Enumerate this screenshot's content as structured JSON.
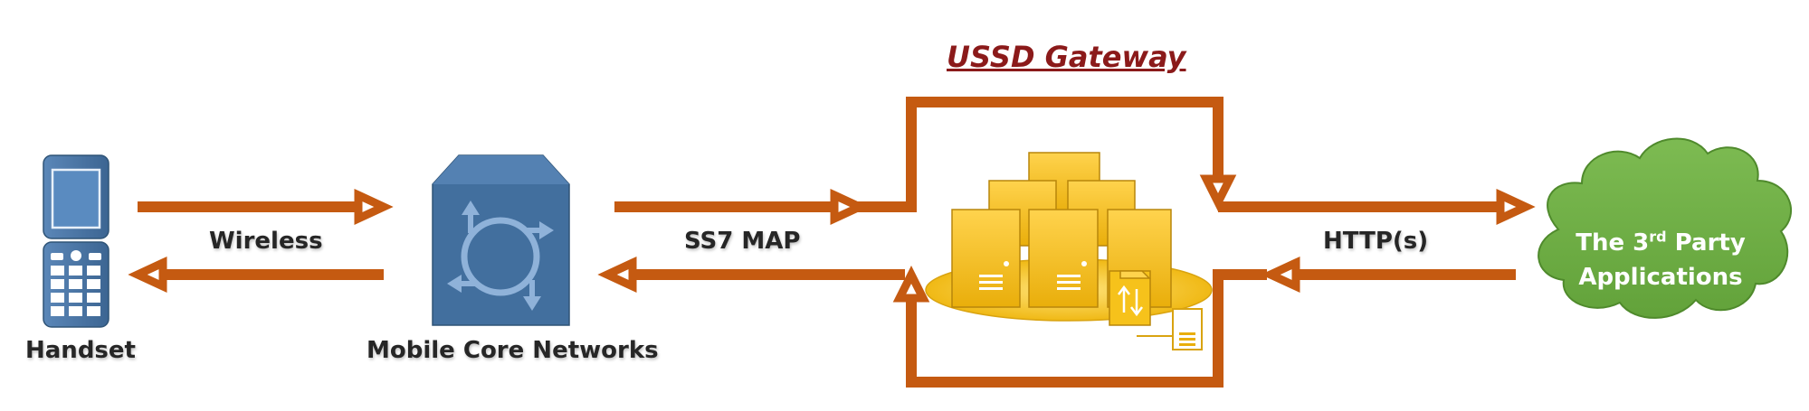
{
  "title": "USSD Gateway",
  "nodes": {
    "handset": {
      "label": "Handset"
    },
    "core": {
      "label": "Mobile Core Networks"
    },
    "gateway": {
      "label": "USSD Gateway"
    },
    "cloud": {
      "line1_pre": "The 3",
      "line1_sup": "rd",
      "line1_post": " Party",
      "line2": "Applications"
    }
  },
  "links": {
    "wireless": "Wireless",
    "ss7": "SS7 MAP",
    "http": "HTTP(s)"
  },
  "colors": {
    "arrow": "#c55a11",
    "device_blue": "#426f9e",
    "gold": "#f2bf1a",
    "gold_dark": "#b8860b",
    "cloud_green": "#70ad47",
    "title_red": "#8b1a1a"
  }
}
